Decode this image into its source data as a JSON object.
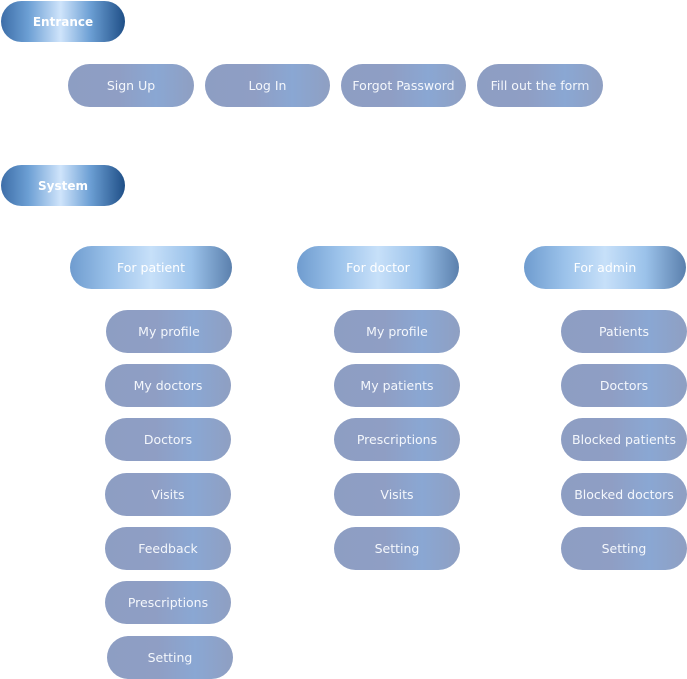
{
  "sections": {
    "entrance": "Entrance",
    "system": "System"
  },
  "entrance_items": [
    "Sign Up",
    "Log In",
    "Forgot Password",
    "Fill out the form"
  ],
  "groups": [
    {
      "label": "For patient",
      "items": [
        "My profile",
        "My doctors",
        "Doctors",
        "Visits",
        "Feedback",
        "Prescriptions",
        "Setting"
      ]
    },
    {
      "label": "For doctor",
      "items": [
        "My profile",
        "My patients",
        "Prescriptions",
        "Visits",
        "Setting"
      ]
    },
    {
      "label": "For admin",
      "items": [
        "Patients",
        "Doctors",
        "Blocked patients",
        "Blocked doctors",
        "Setting"
      ]
    }
  ],
  "colors": {
    "section_dark": "#1f4f87",
    "section_light": "#cfe4fb",
    "item_fill": "#8f9ec4",
    "group_light": "#c7e0f9"
  }
}
